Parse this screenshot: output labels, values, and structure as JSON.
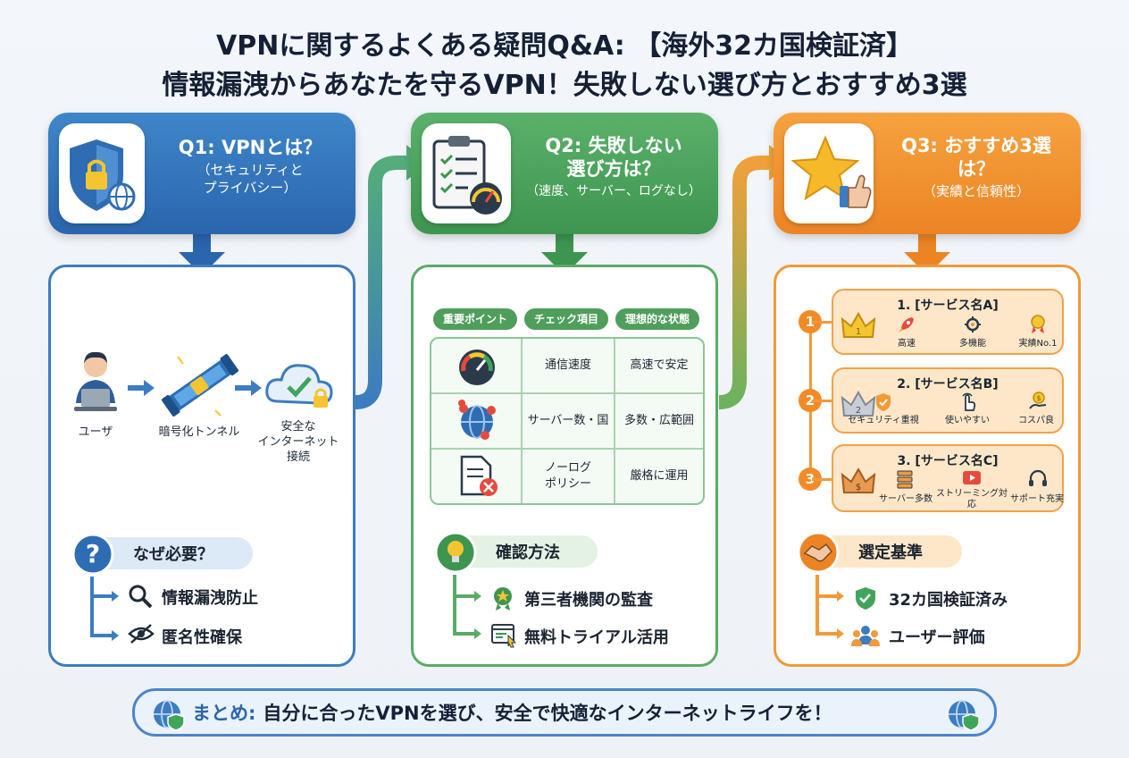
{
  "title": {
    "line1": "VPNに関するよくある疑問Q&A: 【海外32カ国検証済】",
    "line2": "情報漏洩からあなたを守るVPN！失敗しない選び方とおすすめ3選"
  },
  "q1": {
    "title": "Q1: VPNとは？",
    "subtitle_line1": "（セキュリティと",
    "subtitle_line2": "プライバシー）",
    "flow": {
      "user": "ユーザ",
      "tunnel": "暗号化トンネル",
      "secure_line1": "安全な",
      "secure_line2": "インターネット",
      "secure_line3": "接続"
    },
    "why": {
      "label": "なぜ必要？",
      "items": [
        "情報漏洩防止",
        "匿名性確保"
      ]
    }
  },
  "q2": {
    "title_line1": "Q2: 失敗しない",
    "title_line2": "選び方は？",
    "subtitle": "（速度、サーバー、ログなし）",
    "table": {
      "headers": [
        "重要ポイント",
        "チェック項目",
        "理想的な状態"
      ],
      "rows": [
        {
          "icon": "speedometer-icon",
          "check": "通信速度",
          "ideal": "高速で安定"
        },
        {
          "icon": "globe-pins-icon",
          "check": "サーバー数・国",
          "ideal": "多数・広範囲"
        },
        {
          "icon": "document-x-icon",
          "check_line1": "ノーログ",
          "check_line2": "ポリシー",
          "ideal": "厳格に運用"
        }
      ]
    },
    "confirm": {
      "label": "確認方法",
      "items": [
        "第三者機関の監査",
        "無料トライアル活用"
      ]
    }
  },
  "q3": {
    "title_line1": "Q3: おすすめ3選",
    "title_line2": "は？",
    "subtitle": "（実績と信頼性）",
    "ranks": [
      {
        "num": "1",
        "name": "1. [サービス名A]",
        "features": [
          "高速",
          "多機能",
          "実績No.1"
        ]
      },
      {
        "num": "2",
        "name": "2. [サービス名B]",
        "features": [
          "セキュリティ重視",
          "使いやすい",
          "コスパ良"
        ]
      },
      {
        "num": "3",
        "name": "3. [サービス名C]",
        "features": [
          "サーバー多数",
          "ストリーミング対応",
          "サポート充実"
        ]
      }
    ],
    "criteria": {
      "label": "選定基準",
      "items": [
        "32カ国検証済み",
        "ユーザー評価"
      ]
    }
  },
  "summary": {
    "label": "まとめ:",
    "text": "自分に合ったVPNを選び、安全で快適なインターネットライフを！"
  },
  "colors": {
    "blue": "#2a65ad",
    "green": "#3e9550",
    "orange": "#ec8424"
  }
}
